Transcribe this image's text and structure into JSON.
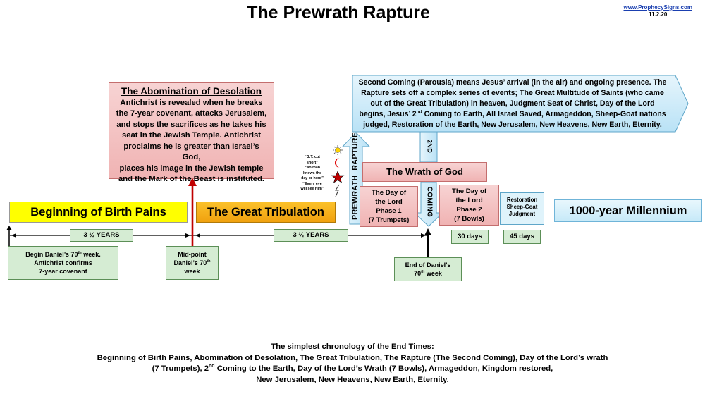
{
  "title": "The Prewrath Rapture",
  "site": {
    "url": "www.ProphecySigns.com",
    "date": "11.2.20"
  },
  "abomination": {
    "heading": "The Abomination of Desolation",
    "lines": [
      "Antichrist is revealed when he breaks",
      "the 7-year covenant, attacks Jerusalem,",
      "and stops the sacrifices as he takes his",
      "seat in the Jewish Temple.  Antichrist",
      "proclaims he is greater than Israel’s God,",
      "places his image in the Jewish temple",
      "and the Mark of the Beast is instituted."
    ]
  },
  "second_coming": {
    "lines_before": [
      "Second Coming (Parousia) means Jesus’ arrival (in the air) and ongoing presence. The",
      "Rapture sets off a complex series of events; The Great Multitude of Saints (who came",
      "out of the Great Tribulation) in heaven, Judgment Seat of Christ, Day of the Lord"
    ],
    "line4_a": "begins, Jesus’ 2",
    "line4_sup": "nd",
    "line4_b": " Coming to Earth, All Israel Saved, Armageddon, Sheep-Goat nations",
    "line5": "judged, Restoration of the Earth, New Jerusalem, New Heavens, New Earth, Eternity."
  },
  "rapture_arrow": {
    "word1": "PREWRATH",
    "word2": "RAPTURE"
  },
  "coming_arrow": {
    "ordinal": "2ND",
    "word": "COMING"
  },
  "quote": {
    "lines": [
      "“G.T. cut",
      "short”",
      "“No man",
      "knows the",
      "day or hour”",
      "“Every eye",
      "will see Him”"
    ]
  },
  "wrath_of_god": "The Wrath of God",
  "day_of_lord_1": {
    "lines": [
      "The Day of",
      "the Lord",
      "Phase 1",
      "(7 Trumpets)"
    ]
  },
  "day_of_lord_2": {
    "lines": [
      "The Day of",
      "the Lord",
      "Phase 2",
      "(7 Bowls)"
    ]
  },
  "restoration": {
    "lines": [
      "Restoration",
      "Sheep-Goat",
      "Judgment"
    ]
  },
  "periods": {
    "birth_pains": "Beginning of Birth Pains",
    "great_tribulation": "The Great Tribulation",
    "millennium": "1000-year Millennium"
  },
  "durations": {
    "first_half": "3 ½ YEARS",
    "second_half": "3 ½ YEARS",
    "days_30": "30 days",
    "days_45": "45 days"
  },
  "markers": {
    "begin": {
      "line1_a": "Begin Daniel’s 70",
      "line1_sup": "th",
      "line1_b": " week.",
      "line2": "Antichrist confirms",
      "line3": "7-year covenant"
    },
    "mid": {
      "line1": "Mid-point",
      "line2_a": "Daniel’s 70",
      "line2_sup": "th",
      "line3": "week"
    },
    "end": {
      "line1": "End of Daniel’s",
      "line2_a": "70",
      "line2_sup": "th",
      "line2_b": " week"
    }
  },
  "footer": {
    "heading": "The simplest chronology of the End Times:",
    "line1": "Beginning of Birth Pains, Abomination of Desolation, The Great Tribulation, The Rapture (The Second Coming), Day of the Lord’s wrath",
    "line2_a": "(7 Trumpets), 2",
    "line2_sup": "nd",
    "line2_b": " Coming to the Earth,  Day of the Lord’s Wrath (7 Bowls), Armageddon, Kingdom restored,",
    "line3": "New Jerusalem, New Heavens, New Earth, Eternity."
  },
  "colors": {
    "birth_pains": "#ffff00",
    "great_tribulation": "#f7b21c",
    "millennium": "#d8f0fb",
    "wrath": "#f2b9b9",
    "arrow_blue": "#c9e8f8",
    "midpoint_line": "#c00000"
  }
}
